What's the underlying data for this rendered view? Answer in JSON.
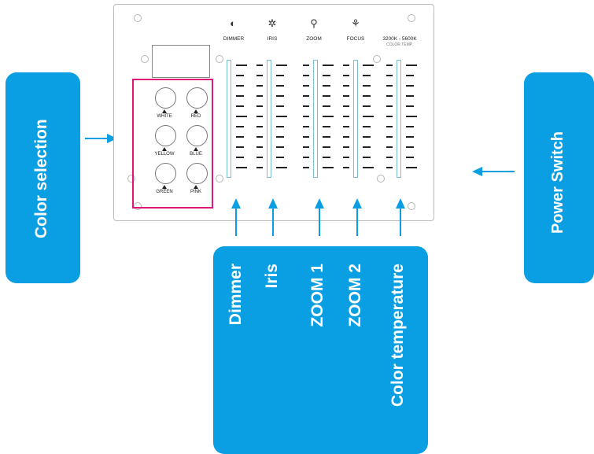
{
  "callouts": {
    "color_selection": "Color selection",
    "power_switch": "Power Switch",
    "dimmer": "Dimmer",
    "iris": "Iris",
    "zoom1": "ZOOM 1",
    "zoom2": "ZOOM 2",
    "color_temperature": "Color temperature"
  },
  "panel": {
    "color_buttons": [
      "WHITE",
      "RED",
      "YELLOW",
      "BLUE",
      "GREEN",
      "PINK"
    ],
    "channels": [
      {
        "label": "DIMMER",
        "icon": "dimmer-icon",
        "glyph": "◐"
      },
      {
        "label": "IRIS",
        "icon": "iris-icon",
        "glyph": "✲"
      },
      {
        "label": "ZOOM",
        "icon": "zoom-icon",
        "glyph": "⚲"
      },
      {
        "label": "FOCUS",
        "icon": "focus-icon",
        "glyph": "⚘"
      },
      {
        "label": "3200K - 5600K",
        "sub": "COLOR TEMP.",
        "icon": "color-temp-icon",
        "glyph": ""
      }
    ]
  },
  "colors": {
    "accent": "#0a9fe3",
    "highlight": "#e0177a"
  }
}
